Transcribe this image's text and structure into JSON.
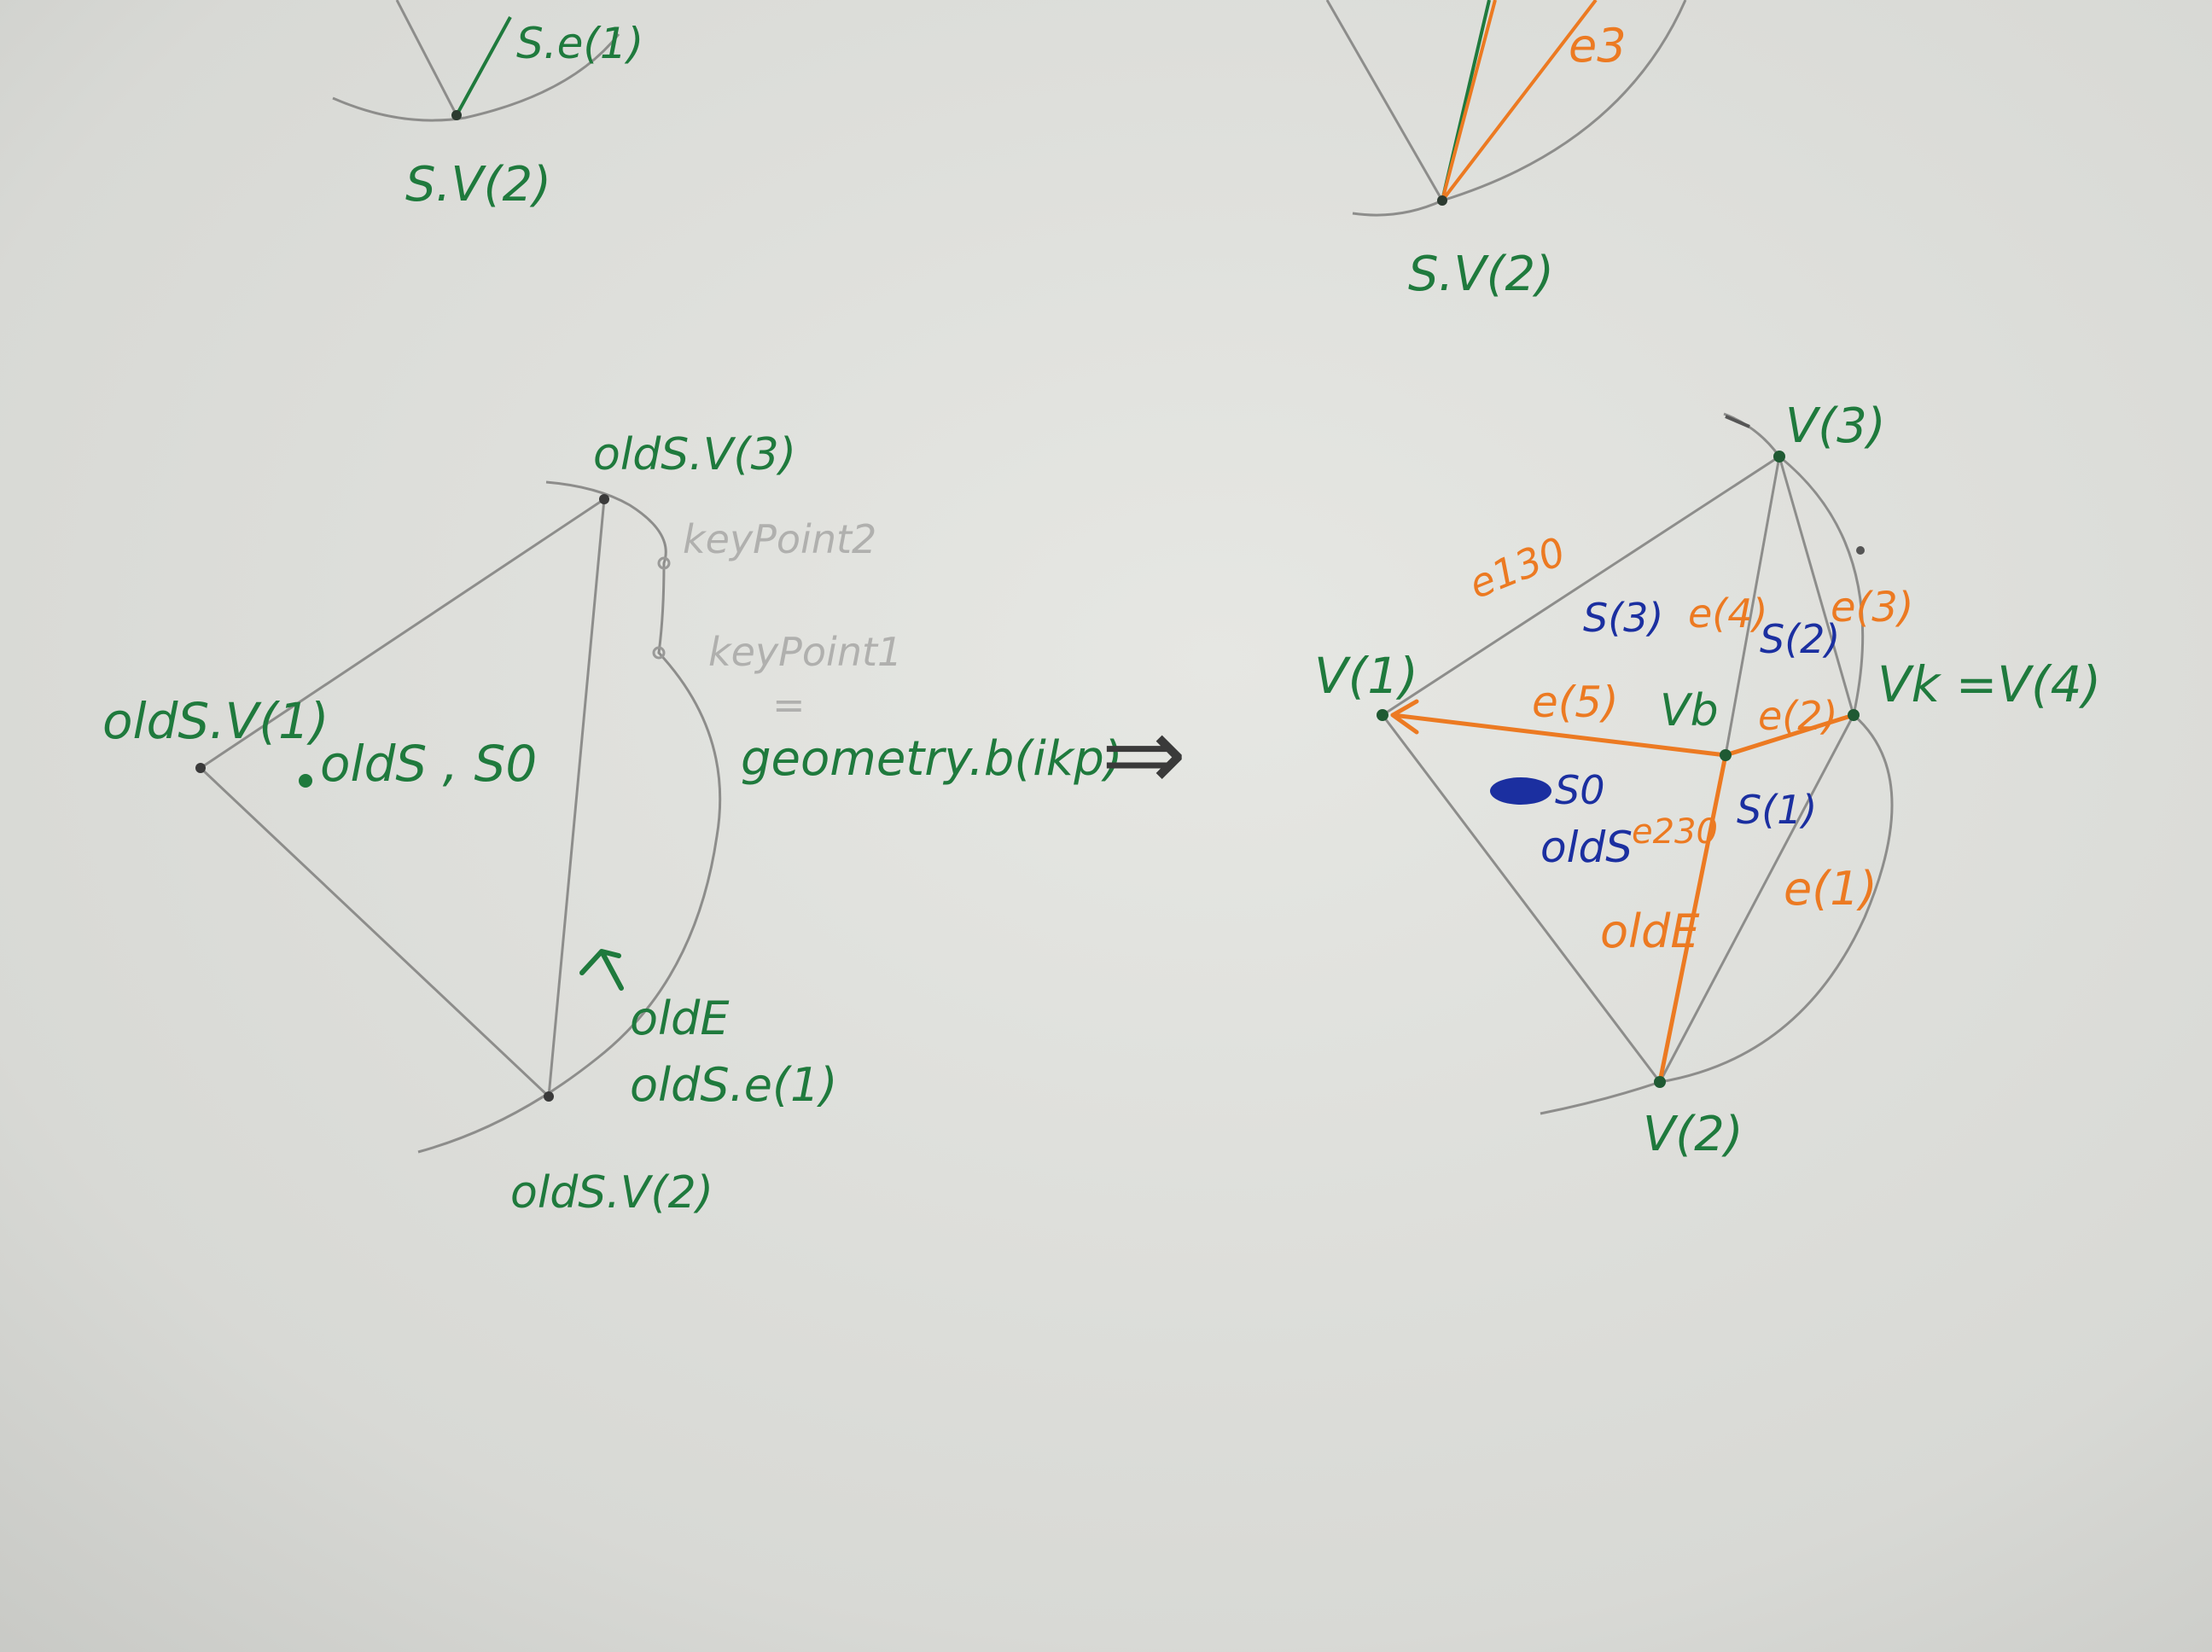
{
  "colors": {
    "paper": "#dcddd9",
    "pencil": "#8d8d8b",
    "pencil_light": "#ababaa",
    "green": "#1f7a3d",
    "orange": "#ec7a22",
    "blue": "#1b2fa0",
    "black_ink": "#3a3a3a"
  },
  "top_left": {
    "edge_label": "S.e(1)",
    "vertex_label": "S.V(2)"
  },
  "top_right": {
    "edge_label": "e3",
    "vertex_label": "S.V(2)"
  },
  "left_diagram": {
    "v1_label": "oldS.V(1)",
    "v2_label": "oldS.V(2)",
    "v3_label": "oldS.V(3)",
    "face_label": "oldS , S0",
    "keypoint2_label": "keyPoint2",
    "keypoint1_label": "keyPoint1",
    "equals_mark": "=",
    "geometry_label": "geometry.b(ikp)",
    "edge_label_1": "oldE",
    "edge_label_2": "oldS.e(1)"
  },
  "implies_symbol": "⇒",
  "right_diagram": {
    "v1_label": "V(1)",
    "v2_label": "V(2)",
    "v3_label": "V(3)",
    "vk_label": "Vk =V(4)",
    "vb_label": "Vb",
    "e130_label": "e130",
    "e230_label": "e230",
    "e1_label": "e(1)",
    "e2_label": "e(2)",
    "e3_label": "e(3)",
    "e4_label": "e(4)",
    "e5_label": "e(5)",
    "s1_label": "S(1)",
    "s2_label": "S(2)",
    "s3_label": "S(3)",
    "s0_label": "S0",
    "olds_label": "oldS",
    "olde_label": "oldE"
  }
}
